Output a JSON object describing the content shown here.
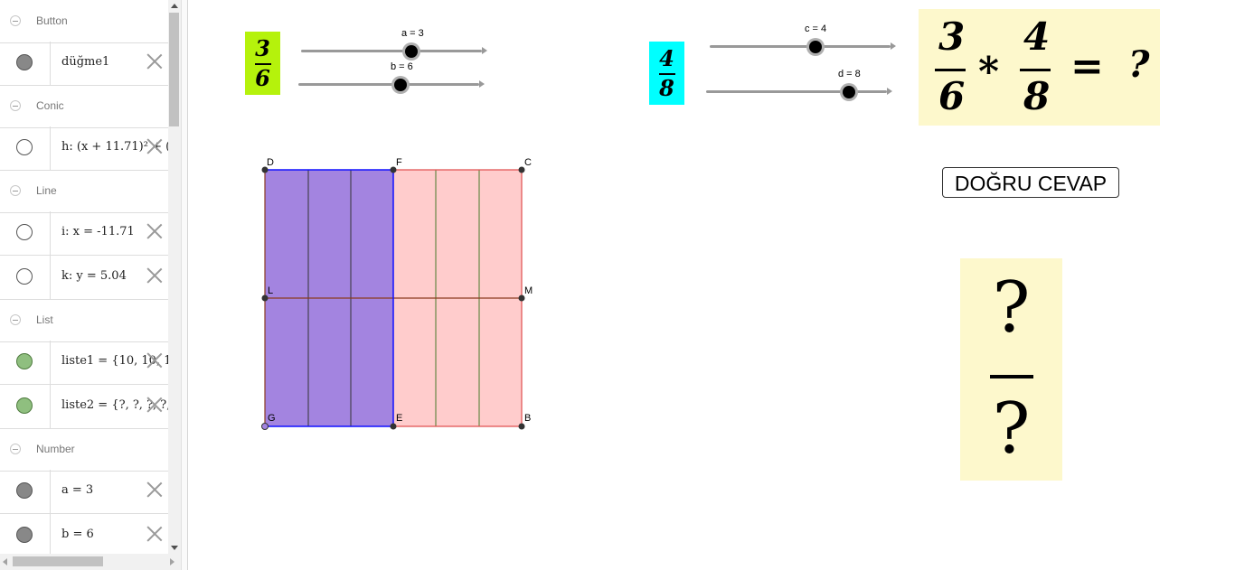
{
  "algebra": {
    "groups": [
      {
        "title": "Button",
        "items": [
          {
            "text": "düğme1",
            "dot": "#888888"
          }
        ]
      },
      {
        "title": "Conic",
        "items": [
          {
            "text": "h: (x + 11.71)² + (y",
            "dot": "#ffffff"
          }
        ]
      },
      {
        "title": "Line",
        "items": [
          {
            "text": "i: x = -11.71",
            "dot": "#ffffff"
          },
          {
            "text": "k: y = 5.04",
            "dot": "#ffffff"
          }
        ]
      },
      {
        "title": "List",
        "items": [
          {
            "text": "liste1 = {10, 10, 10,",
            "dot": "#8fbf7f"
          },
          {
            "text": "liste2 = {?, ?, ?, ?, ?",
            "dot": "#8fbf7f"
          }
        ]
      },
      {
        "title": "Number",
        "items": [
          {
            "text": "a = 3",
            "dot": "#888888"
          },
          {
            "text": "b = 6",
            "dot": "#888888"
          }
        ]
      }
    ]
  },
  "fraction1": {
    "numerator": "3",
    "denominator": "6",
    "color": "#b5f20c"
  },
  "fraction2": {
    "numerator": "4",
    "denominator": "8",
    "color": "#00ffff"
  },
  "sliders": {
    "a": {
      "label": "a = 3"
    },
    "b": {
      "label": "b = 6"
    },
    "c": {
      "label": "c = 4"
    },
    "d": {
      "label": "d = 8"
    }
  },
  "equation": {
    "n1": "3",
    "d1": "6",
    "op": "*",
    "n2": "4",
    "d2": "8",
    "eq": "=",
    "unknown": "?"
  },
  "answer_button": {
    "label": "DOĞRU CEVAP"
  },
  "result": {
    "numerator": "?",
    "denominator": "?"
  },
  "points": {
    "D": "D",
    "F": "F",
    "C": "C",
    "L": "L",
    "M": "M",
    "G": "G",
    "E": "E",
    "B": "B"
  },
  "colors": {
    "purple_fill": "#a384e0",
    "red_fill": "#ffcccc",
    "red_stroke": "#e05050",
    "blue_line": "#1010ff",
    "brown_line": "#8b3a1e",
    "green_line": "#4a7a2a"
  }
}
